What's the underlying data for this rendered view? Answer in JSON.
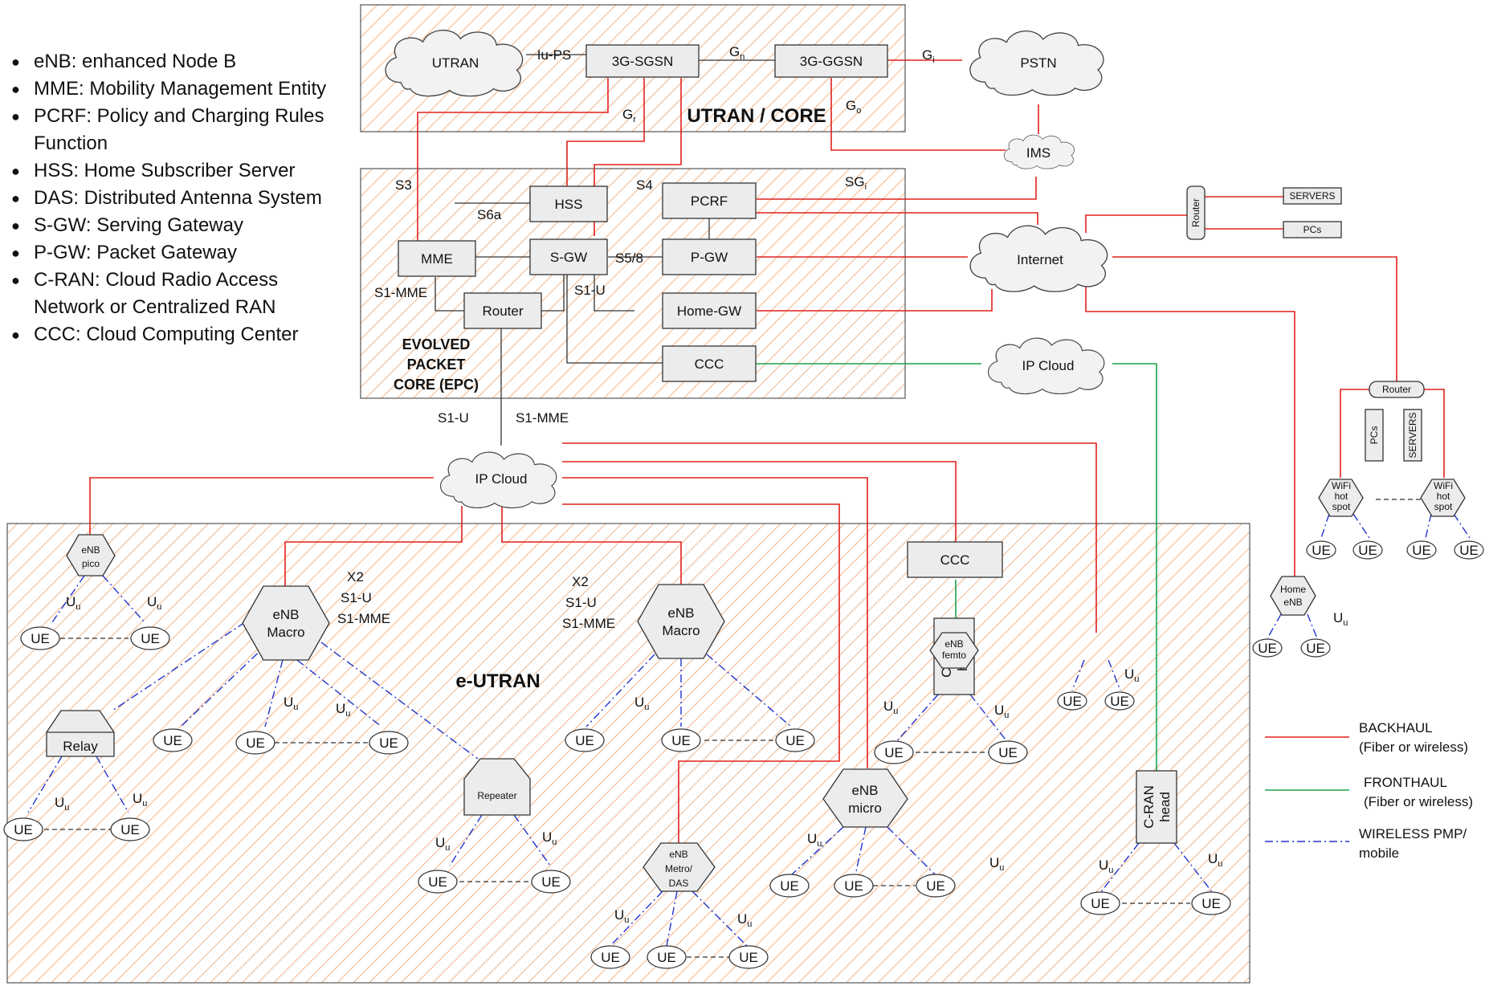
{
  "abbreviations": [
    "eNB: enhanced Node B",
    "MME: Mobility Management Entity",
    "PCRF: Policy and Charging Rules Function",
    "HSS: Home Subscriber Server",
    "DAS: Distributed Antenna System",
    "S-GW: Serving Gateway",
    "P-GW: Packet Gateway",
    "C-RAN: Cloud Radio Access Network or Centralized RAN",
    "CCC: Cloud Computing Center"
  ],
  "regions": {
    "core": "UTRAN / CORE",
    "epc": [
      "EVOLVED",
      "PACKET",
      "CORE (EPC)"
    ],
    "eutran": "e-UTRAN"
  },
  "nodes": {
    "utran": "UTRAN",
    "sgsn": "3G-SGSN",
    "ggsn": "3G-GGSN",
    "pstn": "PSTN",
    "ims": "IMS",
    "hss": "HSS",
    "pcrf": "PCRF",
    "mme": "MME",
    "sgw": "S-GW",
    "pgw": "P-GW",
    "router": "Router",
    "home_gw": "Home-GW",
    "ccc": "CCC",
    "internet": "Internet",
    "ip_cloud": "IP Cloud",
    "servers": "SERVERS",
    "pcs": "PCs",
    "router_small": "Router",
    "wifi": [
      "WiFi",
      "hot",
      "spot"
    ],
    "home_enb": [
      "Home",
      "eNB"
    ],
    "enb_pico": [
      "eNB",
      "pico"
    ],
    "enb_macro": [
      "eNB",
      "Macro"
    ],
    "relay": "Relay",
    "repeater": "Repeater",
    "enb_metro": [
      "eNB",
      "Metro/",
      "DAS"
    ],
    "enb_micro": [
      "eNB",
      "micro"
    ],
    "enb_femto": [
      "eNB",
      "femto"
    ],
    "cran_head": [
      "C-RAN",
      "head"
    ],
    "ue": "UE"
  },
  "interfaces": {
    "iu_ps": "Iu-PS",
    "g_base": "G",
    "gn_sub": "n",
    "gi_sub": "i",
    "gr_sub": "r",
    "go_sub": "o",
    "s3": "S3",
    "s4": "S4",
    "sg_base": "SG",
    "sgi_sub": "i",
    "s6a": "S6a",
    "s58": "S5/8",
    "s1_mme": "S1-MME",
    "s1_u": "S1-U",
    "x2": "X2",
    "u_base": "U",
    "u_sub": "u"
  },
  "legend": {
    "backhaul": [
      "BACKHAUL",
      "(Fiber or wireless)"
    ],
    "fronthaul": [
      "FRONTHAUL",
      "(Fiber or wireless)"
    ],
    "wireless": [
      "WIRELESS PMP/",
      "mobile"
    ]
  },
  "colors": {
    "backhaul": "#e0201c",
    "fronthaul": "#1aa24a",
    "wireless": "#2233cc",
    "region_hatch": "#f0b58a"
  }
}
